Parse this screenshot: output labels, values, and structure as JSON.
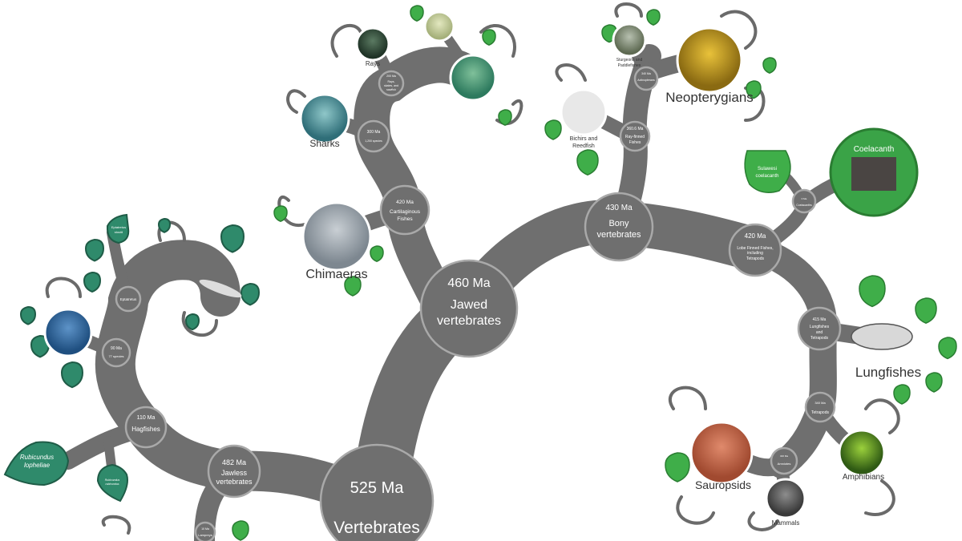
{
  "title": "Vertebrate tree of life",
  "colors": {
    "branch": "#6f6f6f",
    "node_ring": "#a9a9a9",
    "leaf_green": "#3fae49",
    "leaf_teal": "#2f8a6b",
    "mammal_orange": "#e0622a"
  },
  "nodes": {
    "vertebrates": {
      "age": "525 Ma",
      "name": "Vertebrates"
    },
    "jawed": {
      "age": "460 Ma",
      "name1": "Jawed",
      "name2": "vertebrates"
    },
    "jawless": {
      "age": "482 Ma",
      "name1": "Jawless",
      "name2": "vertebrates"
    },
    "hagfishes": {
      "age": "110 Ma",
      "name": "Hagfishes"
    },
    "hagfish_species": {
      "age": "90 Ma",
      "name": "77 species"
    },
    "eptatretus": {
      "name": "Eptatretus"
    },
    "lampreys": {
      "age": "10 Ma",
      "name": "Lampreys"
    },
    "cartilaginous": {
      "age": "420 Ma",
      "name1": "Cartilaginous",
      "name2": "Fishes"
    },
    "sharks_node": {
      "age": "300 Ma",
      "name": "1,200 species"
    },
    "rays_node": {
      "age": "200 Ma",
      "name1": "Rays,",
      "name2": "skates, and",
      "name3": "sawfish"
    },
    "bony": {
      "age": "430 Ma",
      "name1": "Bony",
      "name2": "vertebrates"
    },
    "ray_finned": {
      "age": "360.6 Ma",
      "name1": "Ray-finned",
      "name2": "Fishes"
    },
    "actinopterans": {
      "age": "340 Ma",
      "name": "Actinopterans"
    },
    "lobe_finned": {
      "age": "420 Ma",
      "name1": "Lobe Finned Fishes,",
      "name2": "including",
      "name3": "Tetrapods"
    },
    "coelacanths": {
      "age": "0 Ma",
      "name": "Coelacanths"
    },
    "lungfish_tetrapods": {
      "age": "415 Ma",
      "name1": "Lungfishes",
      "name2": "and",
      "name3": "Tetrapods"
    },
    "tetrapods": {
      "age": "340 Ma",
      "name": "Tetrapods"
    },
    "amniotes": {
      "age": "320 Ma",
      "name": "Amniotes"
    }
  },
  "groups": {
    "sharks": "Sharks",
    "rays": "Rays",
    "chimaeras": "Chimaeras",
    "sturgeons1": "Sturgeons and",
    "sturgeons2": "Paddlefishes",
    "neopterygians": "Neopterygians",
    "bichirs1": "Bichirs and",
    "bichirs2": "Reedfish",
    "coelacanth": "Coelacanth",
    "lungfishes": "Lungfishes",
    "sauropsids": "Sauropsids",
    "amphibians": "Amphibians",
    "mammals": "Mammals"
  },
  "leaves": {
    "sulawesi1": "Sulawesi",
    "sulawesi2": "coelacanth",
    "eptatretus1": "Eptatretus",
    "eptatretus2": "stoutii",
    "lopheliae1": "Rubicundus",
    "lopheliae2": "lopheliae",
    "rubicundus1": "Rubicundus",
    "rubicundus2": "rubicundus"
  }
}
